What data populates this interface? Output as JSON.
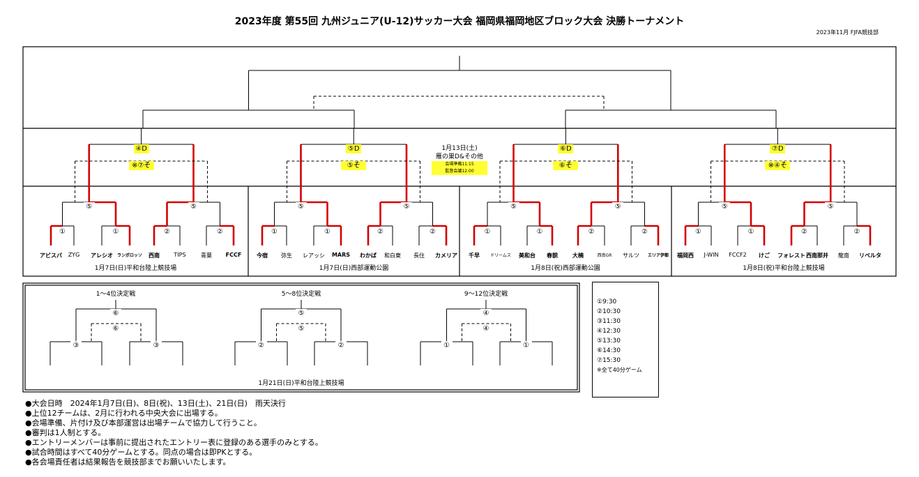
{
  "header": {
    "title": "2023年度 第55回 九州ジュニア(U-12)サッカー大会 福岡県福岡地区ブロック大会 決勝トーナメント",
    "org": "2023年11月 FJFA競技部"
  },
  "colors": {
    "win_line": "#d40000",
    "highlight": "#ffff33",
    "line": "#000000"
  },
  "teams": [
    {
      "name": "アビスパ",
      "bold": true,
      "small": false
    },
    {
      "name": "ZYG",
      "bold": false,
      "small": false
    },
    {
      "name": "アレシオ",
      "bold": true,
      "small": false
    },
    {
      "name": "ランポロッソ",
      "bold": true,
      "small": true
    },
    {
      "name": "西南",
      "bold": true,
      "small": false
    },
    {
      "name": "TIPS",
      "bold": false,
      "small": false
    },
    {
      "name": "青葉",
      "bold": false,
      "small": false
    },
    {
      "name": "FCCF",
      "bold": true,
      "small": false
    },
    {
      "name": "今宿",
      "bold": true,
      "small": false
    },
    {
      "name": "弥生",
      "bold": false,
      "small": false
    },
    {
      "name": "レアッシ",
      "bold": false,
      "small": false
    },
    {
      "name": "MARS",
      "bold": true,
      "small": false
    },
    {
      "name": "わかば",
      "bold": true,
      "small": false
    },
    {
      "name": "和白東",
      "bold": false,
      "small": false
    },
    {
      "name": "長住",
      "bold": false,
      "small": false
    },
    {
      "name": "カメリア",
      "bold": true,
      "small": false
    },
    {
      "name": "千早",
      "bold": true,
      "small": false
    },
    {
      "name": "ドリームス",
      "bold": false,
      "small": true
    },
    {
      "name": "美和台",
      "bold": true,
      "small": false
    },
    {
      "name": "春貌",
      "bold": true,
      "small": false
    },
    {
      "name": "大楠",
      "bold": true,
      "small": false
    },
    {
      "name": "西南GR",
      "bold": false,
      "small": true
    },
    {
      "name": "サルツ",
      "bold": false,
      "small": false
    },
    {
      "name": "エリア伊都",
      "bold": true,
      "small": true
    },
    {
      "name": "福岡西",
      "bold": true,
      "small": false
    },
    {
      "name": "J-WIN",
      "bold": false,
      "small": false
    },
    {
      "name": "FCCF2",
      "bold": false,
      "small": false
    },
    {
      "name": "けご",
      "bold": true,
      "small": false
    },
    {
      "name": "フォレスト",
      "bold": true,
      "small": false
    },
    {
      "name": "西南那并",
      "bold": true,
      "small": false
    },
    {
      "name": "龍南",
      "bold": false,
      "small": false
    },
    {
      "name": "リベルタ",
      "bold": true,
      "small": false
    }
  ],
  "labels": {
    "r1": "①",
    "r2": "②",
    "r3": "⑤",
    "semis": [
      "④D",
      "⑤D",
      "⑥D",
      "⑦D"
    ],
    "semis_alt": [
      "※⑦そ",
      "⑤そ",
      "⑥そ",
      "※④そ"
    ]
  },
  "venues": [
    "1月7日(日)平和台陸上競技場",
    "1月7日(日)西部運動公園",
    "1月8日(祝)西部運動公園",
    "1月8日(祝)平和台陸上競技場"
  ],
  "center_info": {
    "date": "1月13日(土)",
    "venue": "雁の巣D&その他",
    "prep": "会場準備11:15",
    "meeting": "監督会議12:00"
  },
  "lower": {
    "blocks": [
      {
        "title": "1～4位決定戦",
        "top": "⑥",
        "mid": "⑥",
        "sub": "③"
      },
      {
        "title": "5～8位決定戦",
        "top": "⑤",
        "mid": "⑤",
        "sub": "②"
      },
      {
        "title": "9～12位決定戦",
        "top": "④",
        "mid": "④",
        "sub": "①"
      }
    ],
    "venue": "1月21日(日)平和台陸上競技場"
  },
  "times": [
    "①9:30",
    "②10:30",
    "③11:30",
    "④12:30",
    "⑤13:30",
    "⑥14:30",
    "⑦15:30",
    "※全て40分ゲーム"
  ],
  "notes": [
    "●大会日時　2024年1月7日(日)、8日(祝)、13日(土)、21日(日)　雨天決行",
    "●上位12チームは、2月に行われる中央大会に出場する。",
    "●会場準備、片付け及び本部運営は出場チームで協力して行うこと。",
    "●審判は1人制とする。",
    "●エントリーメンバーは事前に提出されたエントリー表に登録のある選手のみとする。",
    "●試合時間はすべて40分ゲームとする。同点の場合は即PKとする。",
    "●各会場責任者は結果報告を競技部までお願いいたします。"
  ]
}
